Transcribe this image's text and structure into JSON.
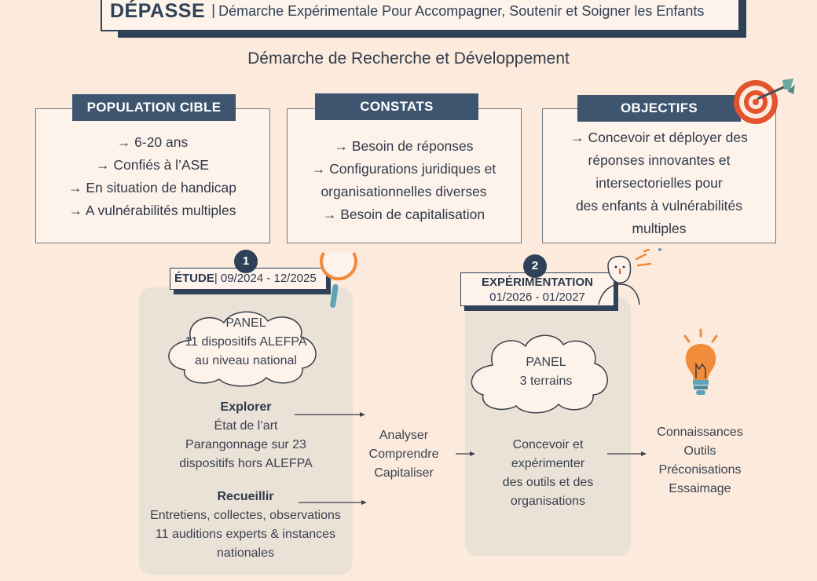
{
  "header": {
    "brand": "DÉPASSE",
    "separator": "|",
    "subtitle": "Démarche Expérimentale Pour Accompagner, Soutenir et Soigner les Enfants"
  },
  "main_title": "Démarche de Recherche et Développement",
  "boxes": {
    "population": {
      "title": "POPULATION CIBLE",
      "items": [
        "→ 6-20 ans",
        "→ Confiés à l’ASE",
        "→ En situation de handicap",
        "→ A vulnérabilités multiples"
      ]
    },
    "constats": {
      "title": "CONSTATS",
      "items": [
        "→ Besoin de réponses",
        "→ Configurations juridiques et",
        "organisationnelles diverses",
        "→ Besoin de capitalisation"
      ]
    },
    "objectifs": {
      "title": "OBJECTIFS",
      "items": [
        "→ Concevoir et déployer des",
        "réponses innovantes et",
        "intersectorielles pour",
        "des enfants à vulnérabilités",
        "multiples"
      ]
    }
  },
  "phase1": {
    "number": "1",
    "label": "ÉTUDE",
    "separator": "|",
    "dates": "09/2024 - 12/2025",
    "panel": [
      "PANEL",
      "11 dispositifs ALEFPA",
      "au niveau national"
    ],
    "explorer": {
      "heading": "Explorer",
      "lines": [
        "État de l’art",
        "Parangonnage sur 23",
        "dispositifs hors ALEFPA"
      ]
    },
    "recueillir": {
      "heading": "Recueillir",
      "lines": [
        "Entretiens, collectes, observations",
        "11 auditions experts & instances",
        "nationales"
      ]
    }
  },
  "middle": {
    "lines": [
      "Analyser",
      "Comprendre",
      "Capitaliser"
    ]
  },
  "phase2": {
    "number": "2",
    "label": "EXPÉRIMENTATION",
    "dates": "01/2026 - 01/2027",
    "panel": [
      "PANEL",
      "3 terrains"
    ],
    "lines": [
      "Concevoir et",
      "expérimenter",
      "des outils et des",
      "organisations"
    ]
  },
  "outputs": {
    "lines": [
      "Connaissances",
      "Outils",
      "Préconisations",
      "Essaimage"
    ]
  },
  "colors": {
    "background": "#fcebdc",
    "navy": "#2e4159",
    "tab": "#3e5570",
    "panel": "#ebe2d7",
    "orange": "#f08a3c",
    "red": "#e2532e"
  },
  "icons": [
    "target-icon",
    "magnifier-icon",
    "person-thinking-icon",
    "lightbulb-icon",
    "cloud-icon"
  ]
}
